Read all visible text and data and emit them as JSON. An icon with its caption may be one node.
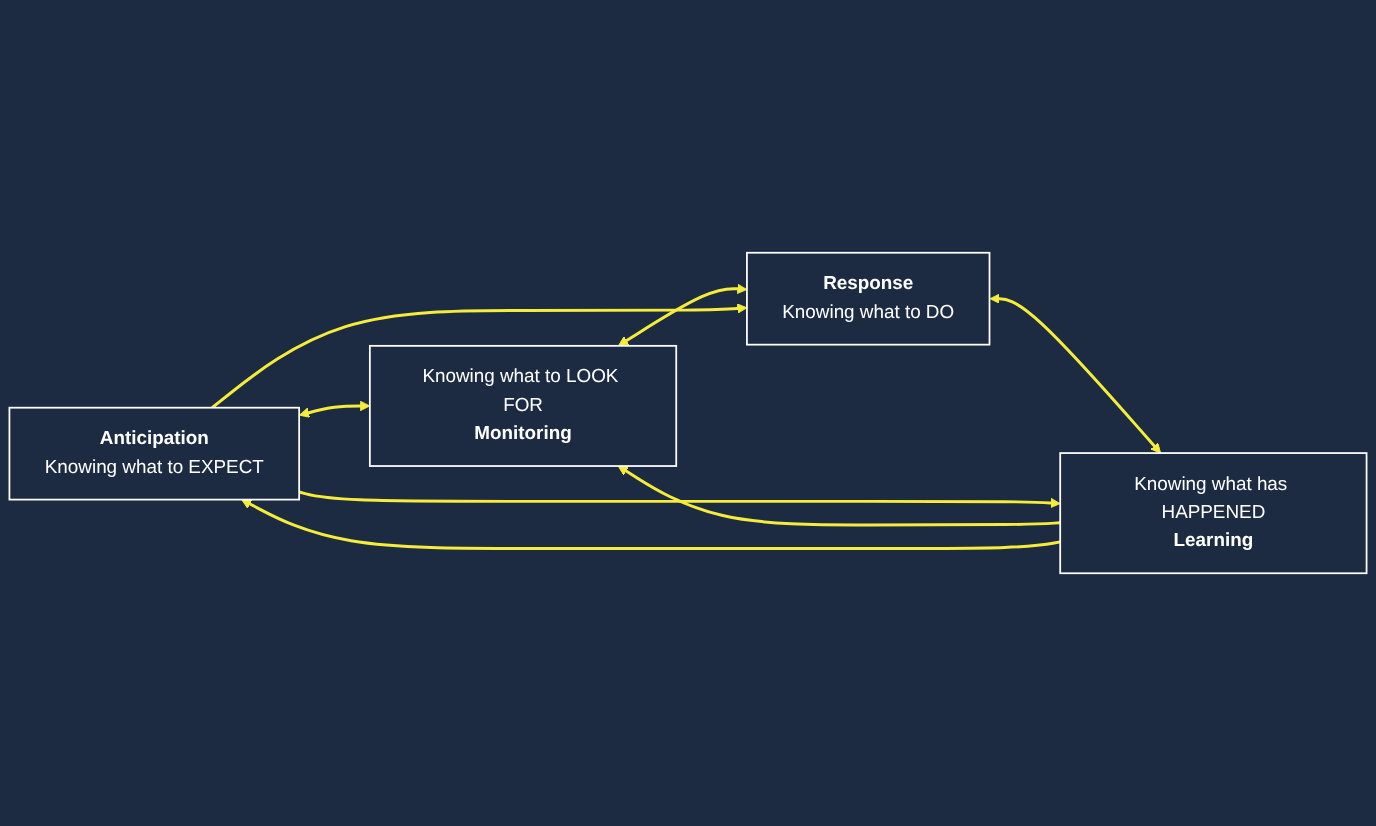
{
  "diagram": {
    "nodes": [
      {
        "text": [
          "Anticipation",
          "Knowing what to EXPECT"
        ]
      },
      {
        "text": [
          "Knowing what to LOOK FOR",
          "Monitoring"
        ]
      },
      {
        "text": [
          "Response",
          "Knowing what to DO"
        ]
      },
      {
        "text": [
          "Knowing what has HAPPENED",
          "Learning"
        ]
      }
    ],
    "edges": [
      {
        "from": 0,
        "to": 1,
        "arrow": "both"
      },
      {
        "from": 1,
        "to": 2,
        "arrow": "both"
      },
      {
        "from": 2,
        "to": 3,
        "arrow": "both"
      },
      {
        "from": 0,
        "to": 3,
        "arrow": "to"
      },
      {
        "from": 3,
        "to": 1,
        "arrow": "to"
      },
      {
        "from": 0,
        "to": 2,
        "arrow": "to"
      },
      {
        "from": 3,
        "to": 0,
        "arrow": "to"
      }
    ]
  }
}
